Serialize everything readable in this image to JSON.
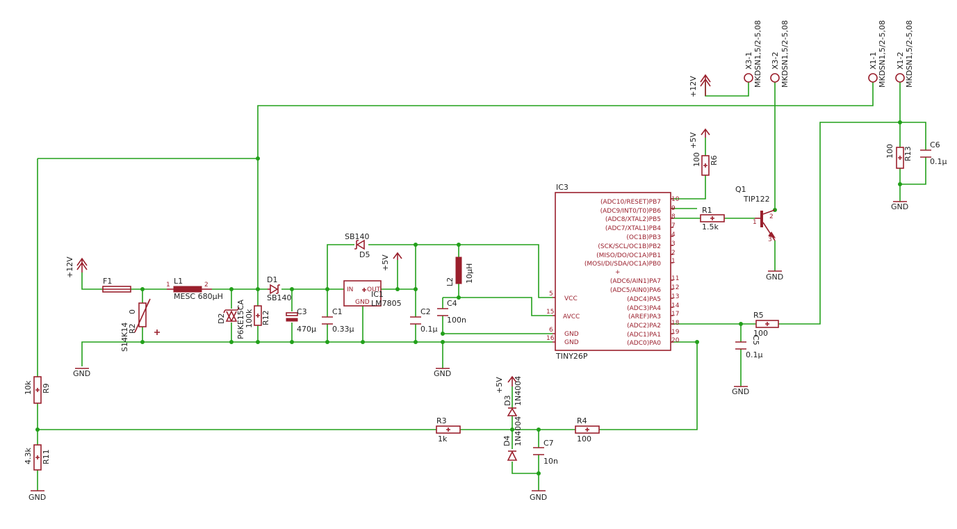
{
  "colors": {
    "wire": "#22a01a",
    "symbol": "#9a1f2c",
    "text": "#222222",
    "background": "#ffffff"
  },
  "parts": {
    "F1": {
      "name": "F1"
    },
    "L1": {
      "name": "L1",
      "value": "MESC 680µH",
      "pin1": "1",
      "pin2": "2"
    },
    "R2": {
      "name": "R2",
      "value": "S14K14",
      "extra": "0"
    },
    "D2": {
      "name": "D2",
      "value": "P6KE15CA"
    },
    "R12": {
      "name": "R12",
      "value": "100k"
    },
    "D1": {
      "name": "D1",
      "value": "SB140"
    },
    "C3": {
      "name": "C3",
      "value": "470µ"
    },
    "C1": {
      "name": "C1",
      "value": "0.33µ"
    },
    "IC1": {
      "name": "IC1",
      "value": "LM7805",
      "in": "IN",
      "out": "OUT",
      "gnd": "GND"
    },
    "D5": {
      "name": "D5",
      "value": "SB140"
    },
    "C2": {
      "name": "C2",
      "value": "0.1µ"
    },
    "L2": {
      "name": "L2",
      "value": "10µH"
    },
    "C4": {
      "name": "C4",
      "value": "100n"
    },
    "R9": {
      "name": "R9",
      "value": "10k"
    },
    "R11": {
      "name": "R11",
      "value": "4.3k"
    },
    "R3": {
      "name": "R3",
      "value": "1k"
    },
    "D3": {
      "name": "D3",
      "value": "1N4004"
    },
    "D4": {
      "name": "D4",
      "value": "1N4004"
    },
    "C7": {
      "name": "C7",
      "value": "10n"
    },
    "R4": {
      "name": "R4",
      "value": "100"
    },
    "R6": {
      "name": "R6",
      "value": "100"
    },
    "R1": {
      "name": "R1",
      "value": "1.5k"
    },
    "Q1": {
      "name": "Q1",
      "value": "TIP122",
      "p1": "1",
      "p2": "2",
      "p3": "3"
    },
    "R5": {
      "name": "R5",
      "value": "100"
    },
    "C5": {
      "name": "C5",
      "value": "0.1µ"
    },
    "R13": {
      "name": "R13",
      "value": "100"
    },
    "C6": {
      "name": "C6",
      "value": "0.1µ"
    },
    "X31": {
      "name": "X3-1",
      "value": "MKDSN1,5/2-5,08"
    },
    "X32": {
      "name": "X3-2",
      "value": "MKDSN1,5/2-5,08"
    },
    "X11": {
      "name": "X1-1",
      "value": "MKDSN1,5/2-5,08"
    },
    "X12": {
      "name": "X1-2",
      "value": "MKDSN1,5/2-5,08"
    }
  },
  "supplies": {
    "p12": "+12V",
    "p5": "+5V",
    "gnd": "GND"
  },
  "ic3": {
    "name": "IC3",
    "value": "TINY26P",
    "plus": "+",
    "left_pins": [
      {
        "label": "VCC",
        "num": "5"
      },
      {
        "label": "AVCC",
        "num": "15"
      },
      {
        "label": "GND",
        "num": "6"
      },
      {
        "label": "GND",
        "num": "16"
      }
    ],
    "right_pins": [
      {
        "label": "(ADC10/RESET)PB7",
        "num": "10"
      },
      {
        "label": "(ADC9/INT0/T0)PB6",
        "num": "9"
      },
      {
        "label": "(ADC8/XTAL2)PB5",
        "num": "8"
      },
      {
        "label": "(ADC7/XTAL1)PB4",
        "num": "7"
      },
      {
        "label": "(OC1B)PB3",
        "num": "4"
      },
      {
        "label": "(SCK/SCL/OC1B)PB2",
        "num": "3"
      },
      {
        "label": "(MISO/DO/OC1A)PB1",
        "num": "2"
      },
      {
        "label": "(MOSI/DI/SDA/OC1A)PB0",
        "num": "1"
      },
      {
        "label": "(ADC6/AIN1)PA7",
        "num": "11"
      },
      {
        "label": "(ADC5/AIN0)PA6",
        "num": "12"
      },
      {
        "label": "(ADC4)PA5",
        "num": "13"
      },
      {
        "label": "(ADC3)PA4",
        "num": "14"
      },
      {
        "label": "(AREF)PA3",
        "num": "17"
      },
      {
        "label": "(ADC2)PA2",
        "num": "18"
      },
      {
        "label": "(ADC1)PA1",
        "num": "19"
      },
      {
        "label": "(ADC0)PA0",
        "num": "20"
      }
    ]
  }
}
